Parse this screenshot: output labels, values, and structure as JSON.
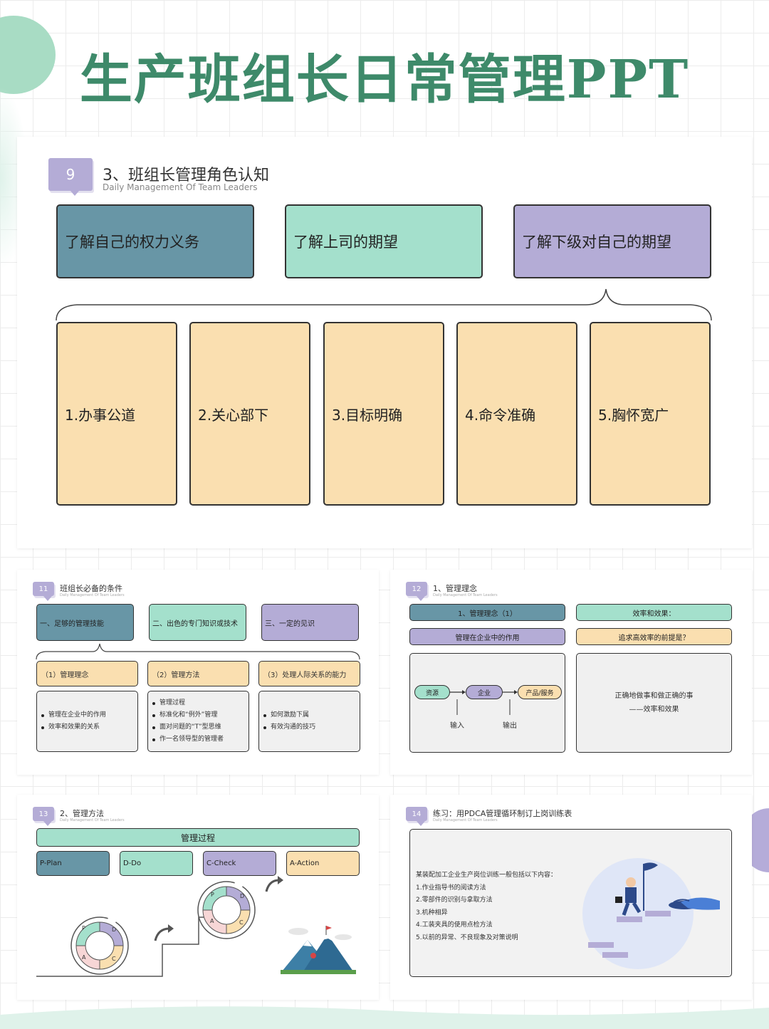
{
  "main_title": "生产班组长日常管理PPT",
  "slide9": {
    "number": "9",
    "title": "3、班组长管理角色认知",
    "subtitle": "Daily Management Of Team Leaders",
    "top_boxes": [
      "了解自己的权力义务",
      "了解上司的期望",
      "了解下级对自己的期望"
    ],
    "qualities": [
      "1.办事公道",
      "2.关心部下",
      "3.目标明确",
      "4.命令准确",
      "5.胸怀宽广"
    ]
  },
  "slide11": {
    "number": "11",
    "title": "班组长必备的条件",
    "subtitle": "Daily Management Of Team Leaders",
    "top_boxes": [
      "一、足够的管理技能",
      "二、出色的专门知识或技术",
      "三、一定的见识"
    ],
    "sections": [
      {
        "title": "（1）管理理念",
        "items": [
          "管理在企业中的作用",
          "效率和效果的关系"
        ]
      },
      {
        "title": "（2）管理方法",
        "items": [
          "管理过程",
          "标准化和“例外”管理",
          "面对问题的“T”型思维",
          "作一名领导型的管理者"
        ]
      },
      {
        "title": "（3）处理人际关系的能力",
        "items": [
          "如何激励下属",
          "有效沟通的技巧"
        ]
      }
    ]
  },
  "slide12": {
    "number": "12",
    "title": "1、管理理念",
    "subtitle": "Daily Management Of Team Leaders",
    "bars": [
      "1、管理理念（1）",
      "效率和效果：",
      "管理在企业中的作用",
      "追求高效率的前提是？"
    ],
    "flow": {
      "resource": "资源",
      "enterprise": "企业",
      "product": "产品/服务",
      "input": "输入",
      "output": "输出"
    },
    "answer_line1": "正确地做事和做正确的事",
    "answer_line2": "——效率和效果"
  },
  "slide13": {
    "number": "13",
    "title": "2、管理方法",
    "subtitle": "Daily Management Of Team Leaders",
    "process_title": "管理过程",
    "phases": [
      "P-Plan",
      "D-Do",
      "C-Check",
      "A-Action"
    ],
    "cycle_letters": [
      "P",
      "D",
      "C",
      "A"
    ]
  },
  "slide14": {
    "number": "14",
    "title": "练习：用PDCA管理循环制订上岗训练表",
    "subtitle": "Daily Management Of Team Leaders",
    "intro": "某装配加工企业生产岗位训练一般包括以下内容：",
    "items": [
      "1.作业指导书的阅读方法",
      "2.零部件的识别与拿取方法",
      "3.机种相异",
      "4.工装夹具的使用点检方法",
      "5.以前的异常、不良现象及对策说明"
    ]
  },
  "colors": {
    "title_green": "#3e8a6a",
    "blue": "#6896a6",
    "teal": "#a4e0cc",
    "purple": "#b4acd6",
    "peach": "#fadfb0"
  }
}
